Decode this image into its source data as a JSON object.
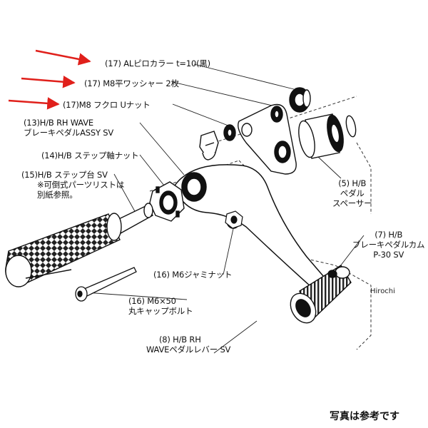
{
  "labels": {
    "l1": "(17) ALピロカラー t=10(黒)",
    "l2": "(17) M8平ワッシャー 2枚",
    "l3": "(17)M8 フクロ Uナット",
    "l4a": "(13)H/B RH  WAVE",
    "l4b": "ブレーキペダルASSY SV",
    "l5": "(14)H/B ステップ軸ナット",
    "l6a": "(15)H/B ステップ台 SV",
    "l6b": "※可倒式パーツリストは",
    "l6c": "別紙参照。",
    "l7a": "(5) H/B",
    "l7b": "ペダル",
    "l7c": "スペーサー",
    "l8a": "(7) H/B",
    "l8b": "ブレーキペダルカム",
    "l8c": "P-30 SV",
    "l9": "(16) M6ジャミナット",
    "l10a": "(16) M6×50",
    "l10b": "丸キャップボルト",
    "l11a": "(8) H/B RH",
    "l11b": "WAVEペダルレバー SV"
  },
  "watermark": "Hirochi",
  "footer": "写真は参考です",
  "colors": {
    "arrow": "#e0201b",
    "line": "#222222",
    "dash": "#333333"
  }
}
